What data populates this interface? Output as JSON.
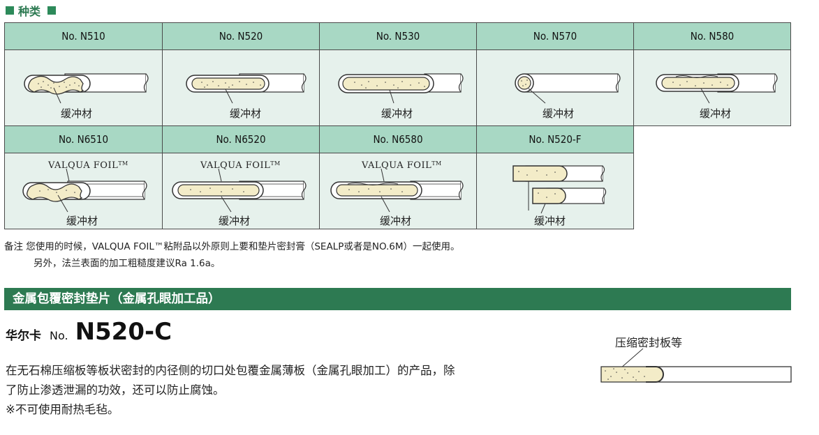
{
  "section": {
    "title": "种类"
  },
  "row1": [
    {
      "code": "No. N510",
      "label": "缓冲材"
    },
    {
      "code": "No. N520",
      "label": "缓冲材"
    },
    {
      "code": "No. N530",
      "label": "缓冲材"
    },
    {
      "code": "No. N570",
      "label": "缓冲材"
    },
    {
      "code": "No. N580",
      "label": "缓冲材"
    }
  ],
  "row2": [
    {
      "code": "No. N6510",
      "foil": "VALQUA FOIL",
      "label": "缓冲材"
    },
    {
      "code": "No. N6520",
      "foil": "VALQUA FOIL",
      "label": "缓冲材"
    },
    {
      "code": "No. N6580",
      "foil": "VALQUA FOIL",
      "label": "缓冲材"
    },
    {
      "code": "No. N520-F",
      "label": "缓冲材"
    }
  ],
  "tm": "TM",
  "notes": {
    "line1": "备注  您使用的时候，VALQUA FOIL™粘附品以外原则上要和垫片密封膏（SEALP或者是NO.6M）一起使用。",
    "line2": "另外，法兰表面的加工粗糙度建议Ra 1.6a。"
  },
  "bar_title": "金属包覆密封垫片（金属孔眼加工品）",
  "product": {
    "brand": "华尔卡",
    "no": "No.",
    "code": "N520-C",
    "desc1": "在无石棉压缩板等板状密封的内径侧的切口处包覆金属薄板（金属孔眼加工）的产品，除",
    "desc2": "了防止渗透泄漏的功效，还可以防止腐蚀。",
    "desc3": "※不可使用耐热毛毡。",
    "diagram_label": "压缩密封板等"
  },
  "colors": {
    "green_dark": "#2d7a52",
    "green_header": "#a8d8c4",
    "cell_bg": "#e6f1ec"
  }
}
